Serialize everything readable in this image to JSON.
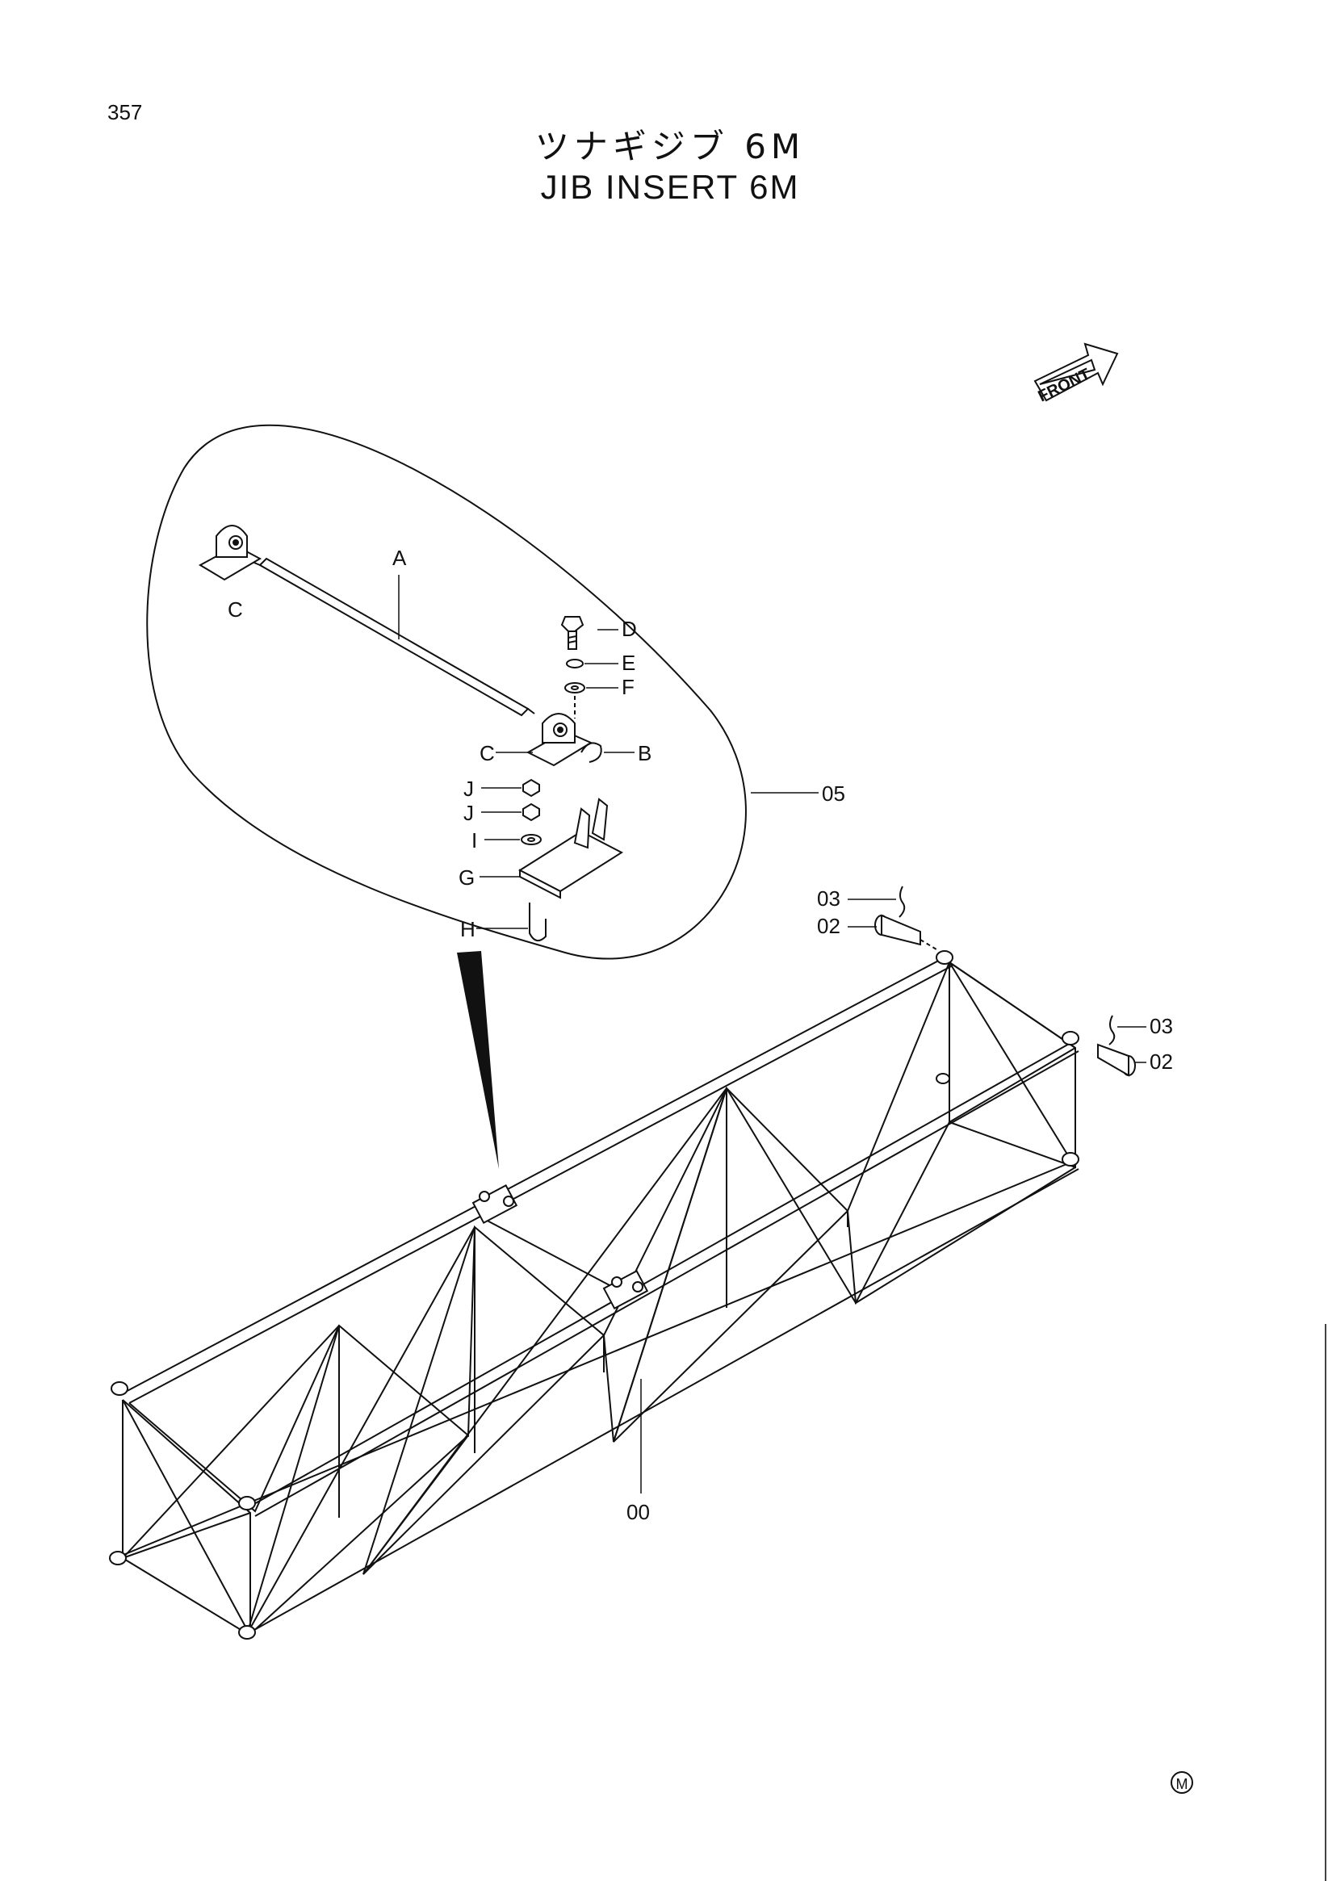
{
  "page": {
    "number": "357"
  },
  "title": {
    "japanese": "ツナギジブ 6M",
    "english": "JIB INSERT 6M"
  },
  "front_indicator": {
    "label": "FRONT"
  },
  "callouts": {
    "main_frame": "00",
    "pin": "02",
    "clip": "03",
    "support_assembly": "05"
  },
  "detail_parts": {
    "A": "A",
    "B": "B",
    "C": "C",
    "D": "D",
    "E": "E",
    "F": "F",
    "G": "G",
    "H": "H",
    "I": "I",
    "J": "J"
  },
  "marks": {
    "corner_mark": "M"
  }
}
